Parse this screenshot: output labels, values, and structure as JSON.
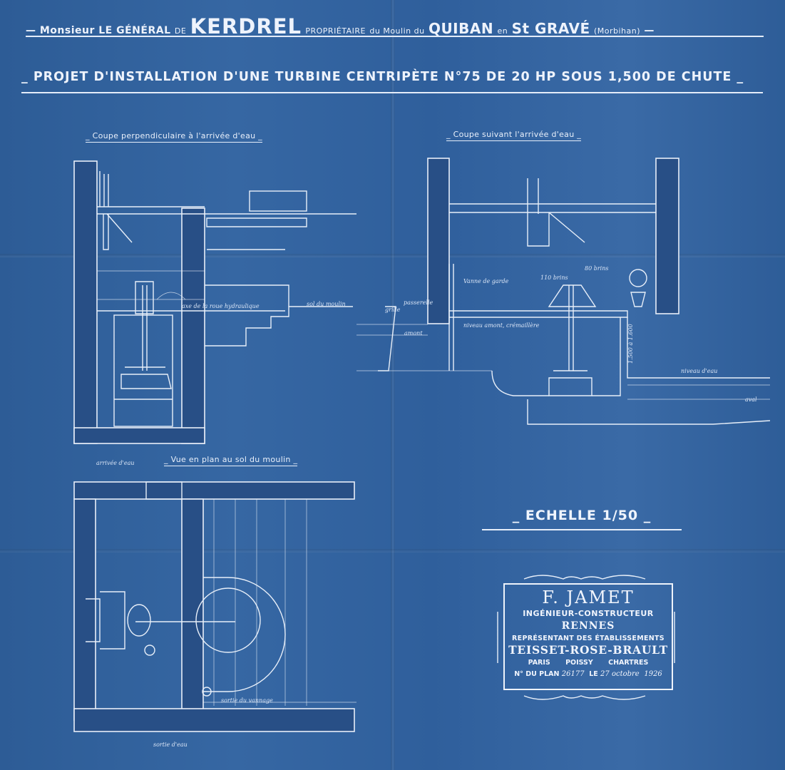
{
  "header": {
    "line1_prefix": "Monsieur",
    "line1_rank": "LE GÉNÉRAL",
    "line1_de": "DE",
    "line1_name": "KERDREL",
    "line1_role": "PROPRIÉTAIRE",
    "line1_du1": "du Moulin du",
    "line1_mill": "QUIBAN",
    "line1_en": "en",
    "line1_place": "St GRAVÉ",
    "line1_region": "(Morbihan)",
    "line2": "PROJET D'INSTALLATION D'UNE TURBINE CENTRIPÈTE N°75 DE 20 HP SOUS 1,500 DE CHUTE"
  },
  "views": {
    "section_perpendicular": "Coupe perpendiculaire à l'arrivée d'eau",
    "section_along": "Coupe suivant l'arrivée d'eau",
    "plan_view": "Vue en plan au sol du moulin"
  },
  "scale": "ECHELLE 1/50",
  "stamp": {
    "name": "F. JAMET",
    "profession": "INGÉNIEUR-CONSTRUCTEUR",
    "city": "RENNES",
    "represents": "REPRÉSENTANT DES ÉTABLISSEMENTS",
    "company": "TEISSET-ROSE-BRAULT",
    "branches": [
      "PARIS",
      "POISSY",
      "CHARTRES"
    ],
    "plan_label": "N° DU PLAN",
    "plan_number": "26177",
    "date_label": "LE",
    "date_value": "27 octobre",
    "year": "1926"
  },
  "annotations": {
    "sol_du_moulin": "sol du moulin",
    "vanne_de_garde": "Vanne de garde",
    "arrivee_eau": "arrivée d'eau",
    "sortie_eau": "sortie d'eau",
    "amont": "amont",
    "grille": "grille",
    "passerelle": "passerelle",
    "axe_roue": "axe de la roue hydraulique",
    "niveau_amont": "niveau amont, crémaillère",
    "niveau_aval": "niveau d'eau",
    "aval": "aval",
    "sortie_vannage": "sortie du vannage",
    "dim_80": "80 brins",
    "dim_110": "110 brins",
    "dim_1500": "1.500 à 1.600"
  }
}
